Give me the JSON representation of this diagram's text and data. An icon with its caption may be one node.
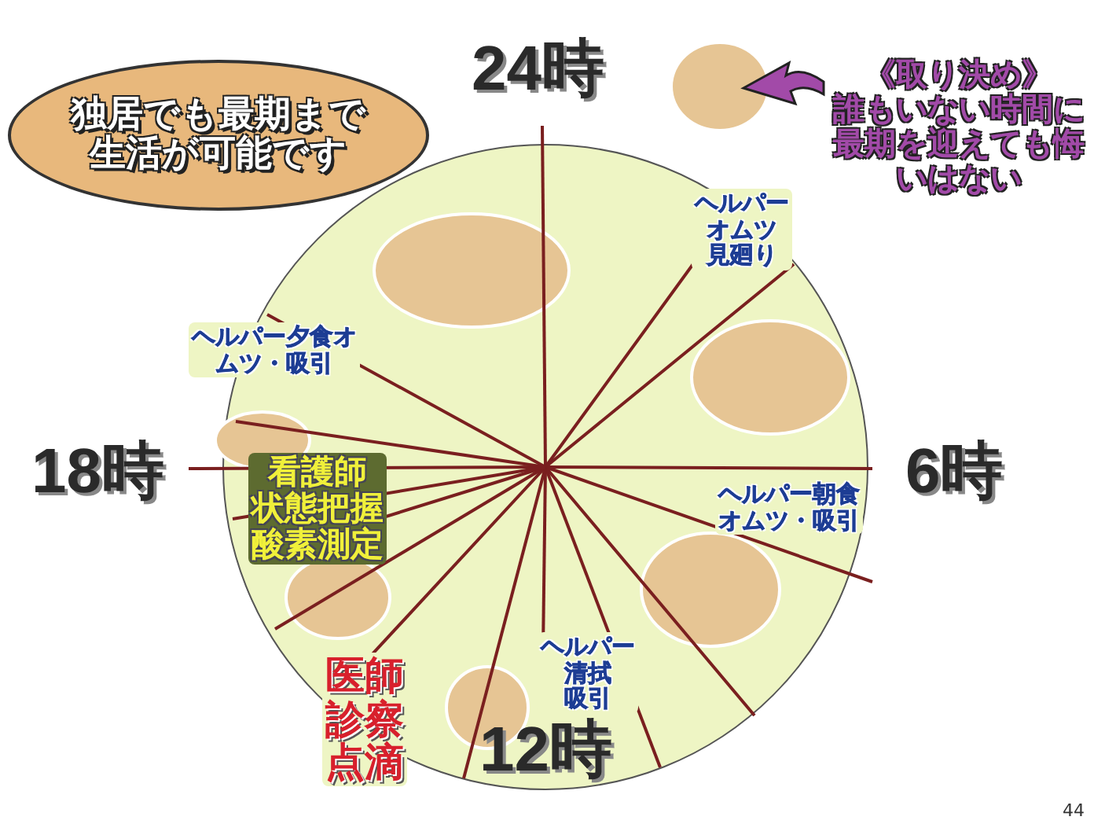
{
  "diagram": {
    "nodes": [
      {
        "text": [
          "独居でも最期まで生活が可能です"
        ]
      }
    ],
    "labels": [
      "24時",
      "ヘルパーオムツ見廻り",
      "ヘルパー夕食オムツ・吸引",
      "18時",
      "看護師状態把握酸素測定",
      "6時",
      "ヘルパー朝食オムツ・吸引",
      "医師診察点滴",
      "ヘルパー清拭吸引",
      "12時",
      "44"
    ],
    "legend": [
      {
        "text": "《取り決め》誰もいない時間に最期を迎えても悔いはない",
        "color": "#e6c594"
      }
    ]
  }
}
